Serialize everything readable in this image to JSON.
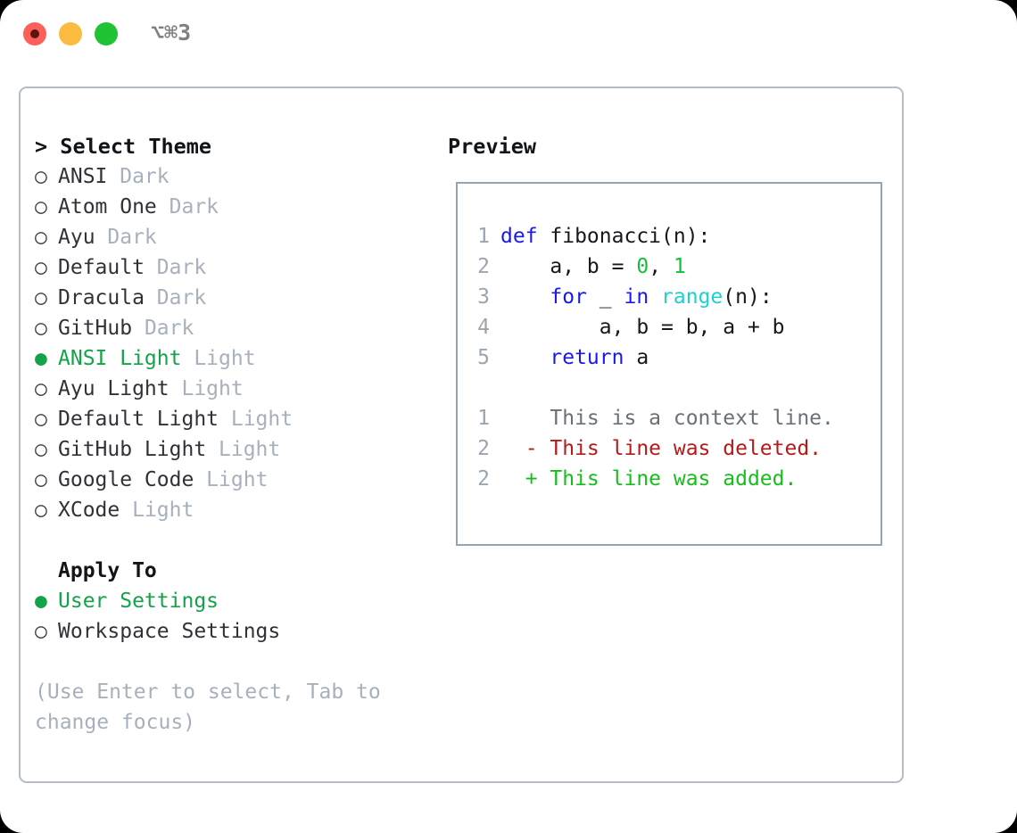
{
  "titlebar": {
    "shortcut": "⌥⌘3",
    "dots": [
      "close-red",
      "minimize-yellow",
      "maximize-green"
    ]
  },
  "theme_picker": {
    "header": "> Select Theme",
    "items": [
      {
        "marker": "○",
        "name": "ANSI",
        "variant": "Dark",
        "selected": false
      },
      {
        "marker": "○",
        "name": "Atom One",
        "variant": "Dark",
        "selected": false
      },
      {
        "marker": "○",
        "name": "Ayu",
        "variant": "Dark",
        "selected": false
      },
      {
        "marker": "○",
        "name": "Default",
        "variant": "Dark",
        "selected": false
      },
      {
        "marker": "○",
        "name": "Dracula",
        "variant": "Dark",
        "selected": false
      },
      {
        "marker": "○",
        "name": "GitHub",
        "variant": "Dark",
        "selected": false
      },
      {
        "marker": "●",
        "name": "ANSI Light",
        "variant": "Light",
        "selected": true
      },
      {
        "marker": "○",
        "name": "Ayu Light",
        "variant": "Light",
        "selected": false
      },
      {
        "marker": "○",
        "name": "Default Light",
        "variant": "Light",
        "selected": false
      },
      {
        "marker": "○",
        "name": "GitHub Light",
        "variant": "Light",
        "selected": false
      },
      {
        "marker": "○",
        "name": "Google Code",
        "variant": "Light",
        "selected": false
      },
      {
        "marker": "○",
        "name": "XCode",
        "variant": "Light",
        "selected": false
      }
    ]
  },
  "apply_to": {
    "title": "Apply To",
    "options": [
      {
        "marker": "●",
        "label": "User Settings",
        "selected": true
      },
      {
        "marker": "○",
        "label": "Workspace Settings",
        "selected": false
      }
    ]
  },
  "hint": {
    "line1": "(Use Enter to select, Tab to",
    "line2": "change focus)"
  },
  "preview": {
    "title": "Preview",
    "code": [
      {
        "num": "1",
        "indent": "",
        "tokens": [
          {
            "t": "def",
            "c": "kw"
          },
          {
            "t": " fibonacci(n):",
            "c": ""
          }
        ]
      },
      {
        "num": "2",
        "indent": "    ",
        "tokens": [
          {
            "t": "a, b = ",
            "c": ""
          },
          {
            "t": "0",
            "c": "num"
          },
          {
            "t": ", ",
            "c": ""
          },
          {
            "t": "1",
            "c": "num"
          }
        ]
      },
      {
        "num": "3",
        "indent": "    ",
        "tokens": [
          {
            "t": "for",
            "c": "kw"
          },
          {
            "t": " _ ",
            "c": ""
          },
          {
            "t": "in",
            "c": "kw"
          },
          {
            "t": " ",
            "c": ""
          },
          {
            "t": "range",
            "c": "fn"
          },
          {
            "t": "(n):",
            "c": ""
          }
        ]
      },
      {
        "num": "4",
        "indent": "        ",
        "tokens": [
          {
            "t": "a, b = b, a + b",
            "c": ""
          }
        ]
      },
      {
        "num": "5",
        "indent": "    ",
        "tokens": [
          {
            "t": "return",
            "c": "kw"
          },
          {
            "t": " a",
            "c": ""
          }
        ]
      }
    ],
    "diff": [
      {
        "num": "1",
        "marker": " ",
        "text": "This is a context line.",
        "kind": "diff-ctx"
      },
      {
        "num": "2",
        "marker": "-",
        "text": "This line was deleted.",
        "kind": "diff-del"
      },
      {
        "num": "2",
        "marker": "+",
        "text": "This line was added.",
        "kind": "diff-add"
      }
    ]
  },
  "colors": {
    "accent_green": "#14a349",
    "muted_gray": "#a7b0bd",
    "keyword_blue": "#1a1ae6",
    "function_cyan": "#1fd0d0",
    "number_green": "#14bf3d",
    "diff_delete_red": "#b81a1a",
    "diff_add_green": "#14bf1a",
    "border": "#b3bcc8"
  }
}
